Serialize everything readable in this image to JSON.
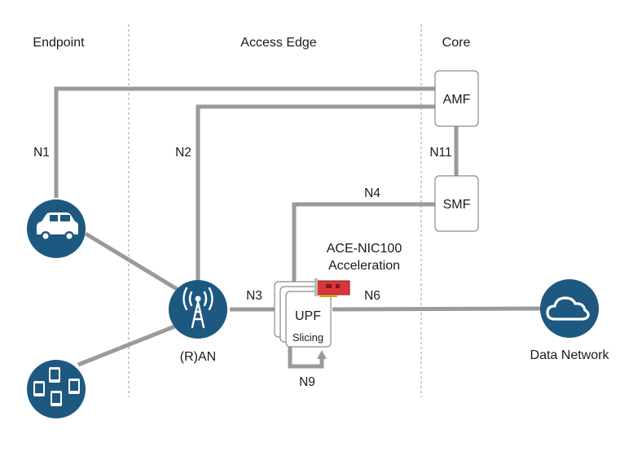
{
  "zones": {
    "endpoint": "Endpoint",
    "access_edge": "Access Edge",
    "core": "Core"
  },
  "interfaces": {
    "n1": "N1",
    "n2": "N2",
    "n3": "N3",
    "n4": "N4",
    "n6": "N6",
    "n9": "N9",
    "n11": "N11"
  },
  "nodes": {
    "amf": "AMF",
    "smf": "SMF",
    "upf": "UPF",
    "upf_sub": "Slicing",
    "ran": "(R)AN",
    "data_network": "Data Network"
  },
  "accel": {
    "line1": "ACE-NIC100",
    "line2": "Acceleration"
  },
  "colors": {
    "node_fill": "#1d5880",
    "link": "#9a9a9a",
    "nic": "#d9363e"
  },
  "icons": {
    "car": "car-icon",
    "devices": "mobile-devices-icon",
    "antenna": "antenna-tower-icon",
    "cloud": "cloud-icon",
    "nic": "network-card-icon"
  }
}
